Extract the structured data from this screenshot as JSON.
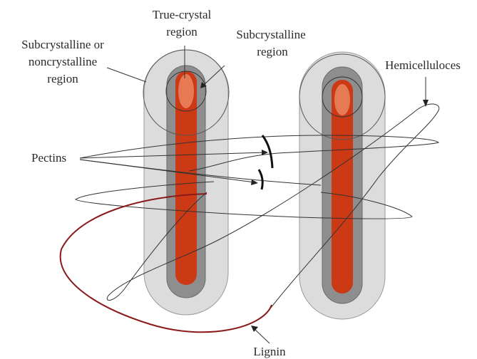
{
  "labels": {
    "true_crystal_1": "True-crystal",
    "true_crystal_2": "region",
    "subcryst_left_1": "Subcrystalline or",
    "subcryst_left_2": "noncrystalline",
    "subcryst_left_3": "region",
    "subcryst_right_1": "Subcrystalline",
    "subcryst_right_2": "region",
    "hemicelluloses": "Hemicelluloces",
    "pectins": "Pectins",
    "lignin": "Lignin"
  },
  "colors": {
    "outer_sheath": "#dcdcdc",
    "middle_sheath": "#8e8e8e",
    "core": "#cc3a15",
    "core_highlight": "#e67a55",
    "lignin": "#8b1a1a",
    "strands": "#333333"
  }
}
